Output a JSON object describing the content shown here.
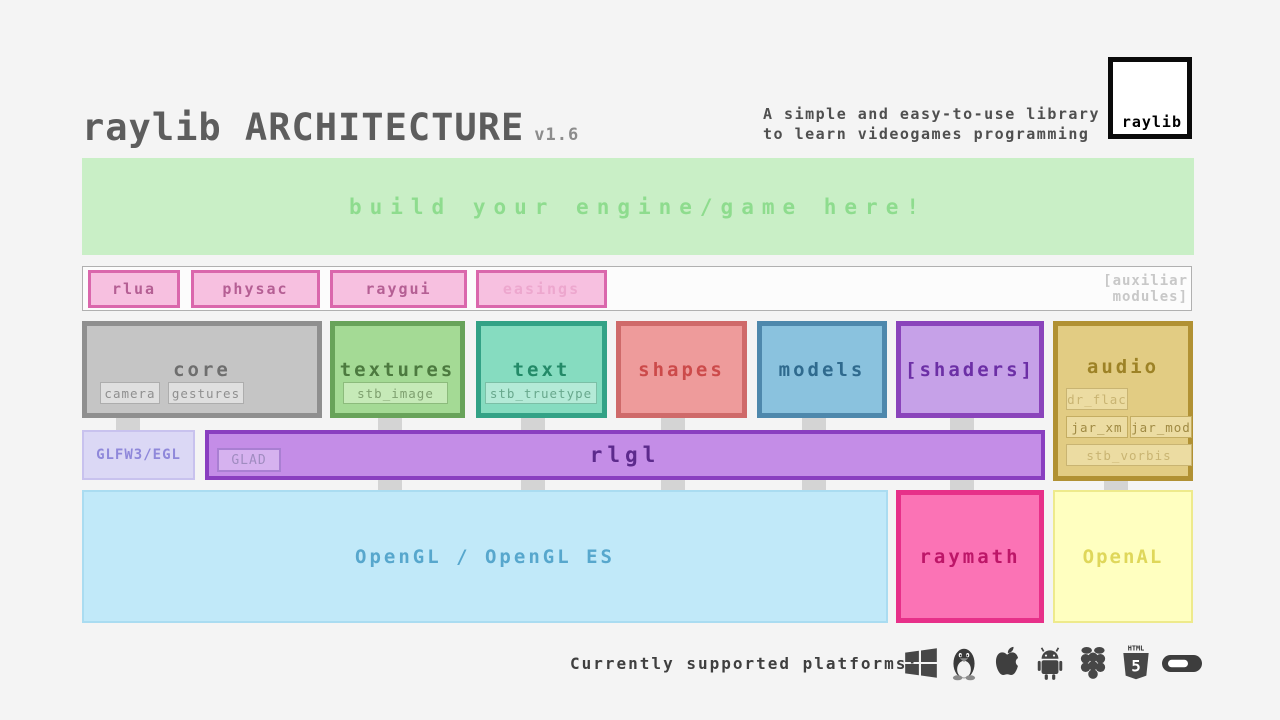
{
  "header": {
    "title": "raylib ARCHITECTURE",
    "version": "v1.6",
    "tagline_line1": "A simple and easy-to-use library",
    "tagline_line2": "to learn videogames programming",
    "logo_text": "raylib"
  },
  "banner": {
    "label": "build your engine/game here!"
  },
  "auxiliary": {
    "modules": [
      {
        "label": "rlua"
      },
      {
        "label": "physac"
      },
      {
        "label": "raygui"
      },
      {
        "label": "easings"
      }
    ],
    "caption_line1": "[auxiliar",
    "caption_line2": "modules]"
  },
  "modules": {
    "core": {
      "label": "core",
      "chips": [
        "camera",
        "gestures"
      ]
    },
    "textures": {
      "label": "textures",
      "chips": [
        "stb_image"
      ]
    },
    "text": {
      "label": "text",
      "chips": [
        "stb_truetype"
      ]
    },
    "shapes": {
      "label": "shapes"
    },
    "models": {
      "label": "models"
    },
    "shaders": {
      "label": "[shaders]"
    },
    "audio": {
      "label": "audio",
      "chips": [
        "dr_flac",
        "jar_xm",
        "jar_mod",
        "stb_vorbis"
      ]
    }
  },
  "platform_layer": {
    "glfw_label": "GLFW3/EGL",
    "rlgl_label": "rlgl",
    "glad_label": "GLAD"
  },
  "base_layer": {
    "opengl_label": "OpenGL / OpenGL ES",
    "raymath_label": "raymath",
    "openal_label": "OpenAL"
  },
  "platforms": {
    "caption": "Currently supported platforms:",
    "icons": [
      "windows",
      "linux",
      "apple",
      "android",
      "raspberry-pi",
      "html5",
      "oculus"
    ],
    "html5_text_top": "HTML",
    "html5_text_number": "5"
  },
  "colors": {
    "banner_green_bg": "#c9efc6",
    "banner_green_text": "#8edc8e",
    "aux_pink_border": "#da67ac",
    "core_gray_border": "#8f8f8f",
    "textures_green_border": "#68a35a",
    "text_teal_border": "#33a286",
    "shapes_red_border": "#cf6a6a",
    "models_blue_border": "#4e88ac",
    "shaders_purple_border": "#8a44bb",
    "audio_gold_border": "#b19133",
    "rlgl_purple_border": "#8a3fc0",
    "opengl_blue_bg": "#c1e9f9",
    "raymath_pink_border": "#e73089",
    "openal_yellow_bg": "#ffffc0"
  }
}
